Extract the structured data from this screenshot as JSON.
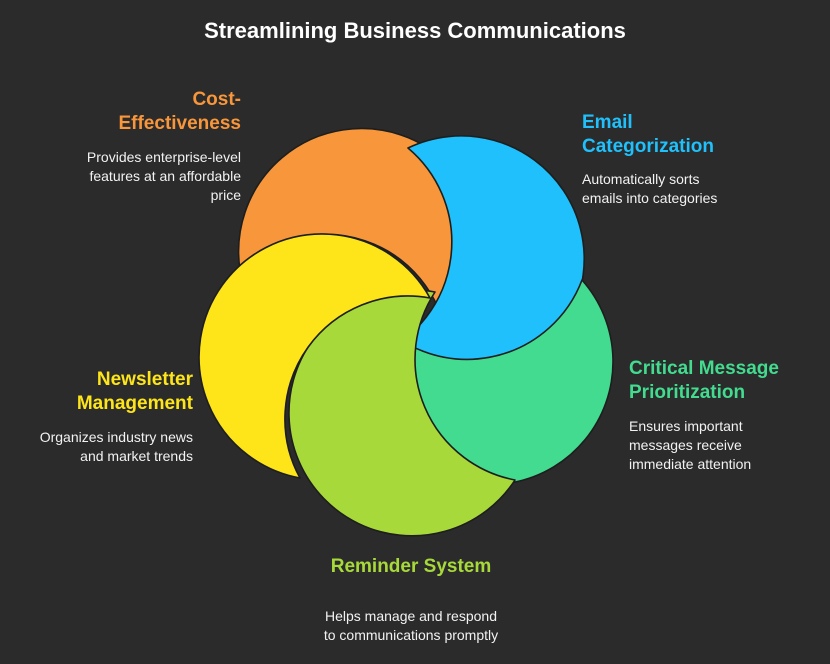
{
  "title": "Streamlining Business Communications",
  "colors": {
    "background": "#2b2b2b",
    "outline": "#1e1e1e",
    "cost": "#f7963a",
    "email": "#1fc0fb",
    "critical": "#42db8f",
    "reminder": "#a8d93a",
    "newsletter": "#fde51a"
  },
  "sections": {
    "cost": {
      "label_lines": [
        "Cost-",
        "Effectiveness"
      ],
      "desc_lines": [
        "Provides enterprise-level",
        "features at an affordable",
        "price"
      ]
    },
    "email": {
      "label_lines": [
        "Email",
        "Categorization"
      ],
      "desc_lines": [
        "Automatically sorts",
        "emails into categories"
      ]
    },
    "critical": {
      "label_lines": [
        "Critical Message",
        "Prioritization"
      ],
      "desc_lines": [
        "Ensures important",
        "messages receive",
        "immediate attention"
      ]
    },
    "newsletter": {
      "label_lines": [
        "Newsletter",
        "Management"
      ],
      "desc_lines": [
        "Organizes industry news",
        "and market trends"
      ]
    },
    "reminder": {
      "label_lines": [
        "Reminder System"
      ],
      "desc_lines": [
        "Helps manage and respond",
        "to communications promptly"
      ]
    }
  }
}
